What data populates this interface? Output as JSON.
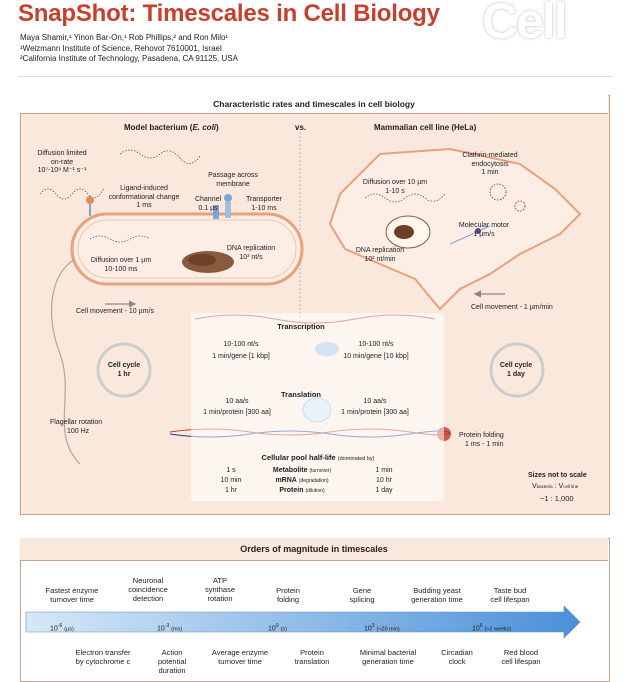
{
  "header": {
    "title": "SnapShot: Timescales in Cell Biology",
    "journal_logo": "Cell",
    "authors": "Maya Shamir,¹ Yinon Bar-On,¹ Rob Phillips,² and Ron Milo¹",
    "affiliation_1": "¹Weizmann Institute of Science, Rehovot 7610001, Israel",
    "affiliation_2": "²California Institute of Technology, Pasadena, CA 91125, USA"
  },
  "rates_panel": {
    "title": "Characteristic rates and timescales in cell biology",
    "bacterium_header_pre": "Model bacterium (",
    "bacterium_header_em": "E. coli",
    "bacterium_header_post": ")",
    "vs": "vs.",
    "mammal_header": "Mammalian cell line (HeLa)",
    "bacterium": {
      "diffusion_onrate": [
        "Diffusion limited",
        "on-rate",
        "10⁷-10⁸ M⁻¹ s⁻¹"
      ],
      "ligand": [
        "Ligand-induced",
        "conformational change",
        "1 ms"
      ],
      "passage": [
        "Passage across",
        "membrane"
      ],
      "channel": [
        "Channel",
        "0.1 µs"
      ],
      "transporter": [
        "Transporter",
        "1-10 ms"
      ],
      "dna_replication": [
        "DNA replication",
        "10³ nt/s"
      ],
      "diffusion": [
        "Diffusion over 1 µm",
        "10-100 ms"
      ],
      "cell_movement": "Cell movement - 10 µm/s",
      "cell_cycle": [
        "Cell cycle",
        "1 hr"
      ],
      "flagellar": [
        "Flagellar rotation",
        "100 Hz"
      ]
    },
    "mammal": {
      "clathrin": [
        "Clathrin-mediated",
        "endocytosis",
        "1 min"
      ],
      "diffusion": [
        "Diffusion over 10 µm",
        "1-10 s"
      ],
      "motor": [
        "Molecular motor",
        "1 µm/s"
      ],
      "dna_replication": [
        "DNA replication",
        "10² nt/min"
      ],
      "cell_movement": "Cell movement - 1 µm/min",
      "cell_cycle": [
        "Cell cycle",
        "1 day"
      ],
      "protein_folding": [
        "Protein folding",
        "1 ms - 1 min"
      ],
      "sizes_note": "Sizes not to scale",
      "volume_ratio_label": "V",
      "volume_ratio_sub1": "bacteria",
      "volume_ratio_sub2": "cell line",
      "volume_ratio": "~1 : 1,000"
    },
    "transcription": {
      "title": "Transcription",
      "left": [
        "10-100 nt/s",
        "1 min/gene [1 kbp]"
      ],
      "right": [
        "10-100 nt/s",
        "10 min/gene [10 kbp]"
      ]
    },
    "translation": {
      "title": "Translation",
      "left": [
        "10 aa/s",
        "1 min/protein [300 aa]"
      ],
      "right": [
        "10 aa/s",
        "1 min/protein [300 aa]"
      ]
    },
    "half_life": {
      "title": "Cellular pool half-life",
      "title_note": "(dominated by)",
      "rows": [
        {
          "left": "1 s",
          "name": "Metabolite",
          "note": "(turnover)",
          "right": "1 min"
        },
        {
          "left": "10 min",
          "name": "mRNA",
          "note": "(degradation)",
          "right": "10 hr"
        },
        {
          "left": "1 hr",
          "name": "Protein",
          "note": "(dilution)",
          "right": "1 day"
        }
      ]
    }
  },
  "timescales_panel": {
    "title": "Orders of magnitude in timescales",
    "top_events": [
      [
        "Fastest enzyme",
        "turnover time"
      ],
      [
        "Neuronal",
        "coincidence",
        "detection"
      ],
      [
        "ATP",
        "synthase",
        "rotation"
      ],
      [
        "Protein",
        "folding"
      ],
      [
        "Gene",
        "splicing"
      ],
      [
        "Budding yeast",
        "generation time"
      ],
      [
        "Taste bud",
        "cell lifespan"
      ]
    ],
    "ticks": [
      {
        "base": "10",
        "exp": "-6",
        "unit": "(µs)"
      },
      {
        "base": "10",
        "exp": "-3",
        "unit": "(ms)"
      },
      {
        "base": "10",
        "exp": "0",
        "unit": "(s)"
      },
      {
        "base": "10",
        "exp": "3",
        "unit": "(≈20 min)"
      },
      {
        "base": "10",
        "exp": "6",
        "unit": "(≈2 weeks)"
      }
    ],
    "bottom_events": [
      [
        "Electron transfer",
        "by cytochrome c"
      ],
      [
        "Action",
        "potential",
        "duration"
      ],
      [
        "Average enzyme",
        "turnover time"
      ],
      [
        "Protein",
        "translation"
      ],
      [
        "Minimal bacterial",
        "generation time"
      ],
      [
        "Circadian",
        "clock"
      ],
      [
        "Red blood",
        "cell lifespan"
      ]
    ]
  },
  "colors": {
    "title_red": "#c8402d",
    "panel_peach": "#fbe8dc",
    "arrow_blue": "#4a90d9",
    "membrane_orange": "#e9a07c",
    "dna_red": "#c0392b"
  }
}
